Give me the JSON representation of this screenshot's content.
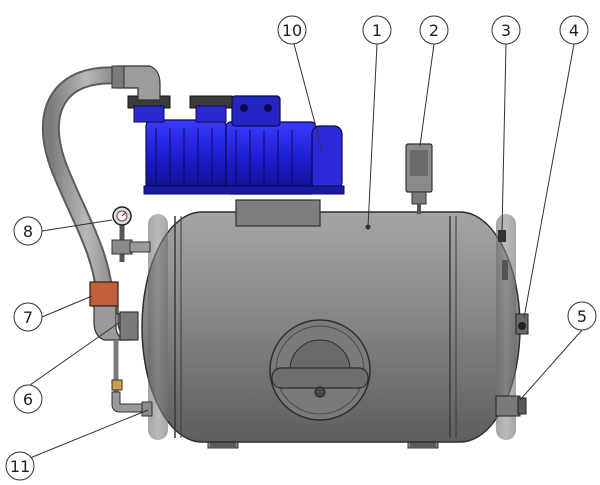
{
  "callouts": [
    {
      "id": "c1",
      "label": "1"
    },
    {
      "id": "c2",
      "label": "2"
    },
    {
      "id": "c3",
      "label": "3"
    },
    {
      "id": "c4",
      "label": "4"
    },
    {
      "id": "c5",
      "label": "5"
    },
    {
      "id": "c6",
      "label": "6"
    },
    {
      "id": "c7",
      "label": "7"
    },
    {
      "id": "c8",
      "label": "8"
    },
    {
      "id": "c10",
      "label": "10"
    },
    {
      "id": "c11",
      "label": "11"
    }
  ],
  "colors": {
    "tank": "#8a8a8a",
    "tank_dark": "#5c5c5c",
    "pump": "#2020c8",
    "pump_dark": "#0f0f7a",
    "hose": "#9a9a9a",
    "leader": "#333333"
  }
}
